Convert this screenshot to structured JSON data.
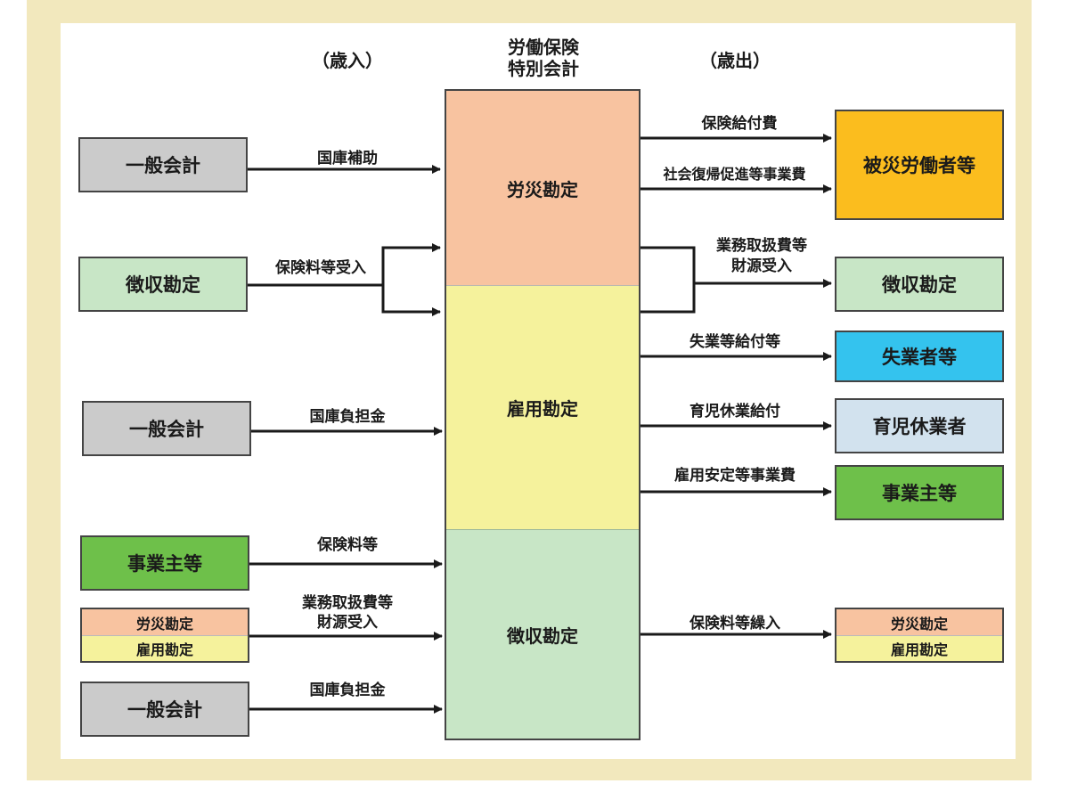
{
  "headers": {
    "revenue": "（歳入）",
    "center_line1": "労働保険",
    "center_line2": "特別会計",
    "expenditure": "（歳出）"
  },
  "center": {
    "rousai": "労災勘定",
    "koyou": "雇用勘定",
    "choushuu": "徴収勘定"
  },
  "left_boxes": {
    "general1": "一般会計",
    "choushuu": "徴収勘定",
    "general2": "一般会計",
    "employer": "事業主等",
    "split_top": "労災勘定",
    "split_bottom": "雇用勘定",
    "general3": "一般会計"
  },
  "left_labels": {
    "subsidy": "国庫補助",
    "premium_receipt": "保険料等受入",
    "burden1": "国庫負担金",
    "premium": "保険料等",
    "admin_line1": "業務取扱費等",
    "admin_line2": "財源受入",
    "burden2": "国庫負担金"
  },
  "right_boxes": {
    "victims": "被災労働者等",
    "choushuu": "徴収勘定",
    "unemployed": "失業者等",
    "childcare": "育児休業者",
    "employer": "事業主等",
    "split_top": "労災勘定",
    "split_bottom": "雇用勘定"
  },
  "right_labels": {
    "benefit": "保険給付費",
    "social": "社会復帰促進等事業費",
    "admin_line1": "業務取扱費等",
    "admin_line2": "財源受入",
    "unemp_benefit": "失業等給付等",
    "childcare_benefit": "育児休業給付",
    "stabilization": "雇用安定等事業費",
    "transfer": "保険料等繰入"
  },
  "colors": {
    "gray": "#cbcbcb",
    "light_green": "#c8e6c6",
    "green": "#6ec04a",
    "salmon": "#f8c3a0",
    "yellow": "#f5f29c",
    "gold": "#fbbd1e",
    "cyan": "#34c3ee",
    "light_blue": "#d2e2ee",
    "frame": "#f2e8bd"
  }
}
